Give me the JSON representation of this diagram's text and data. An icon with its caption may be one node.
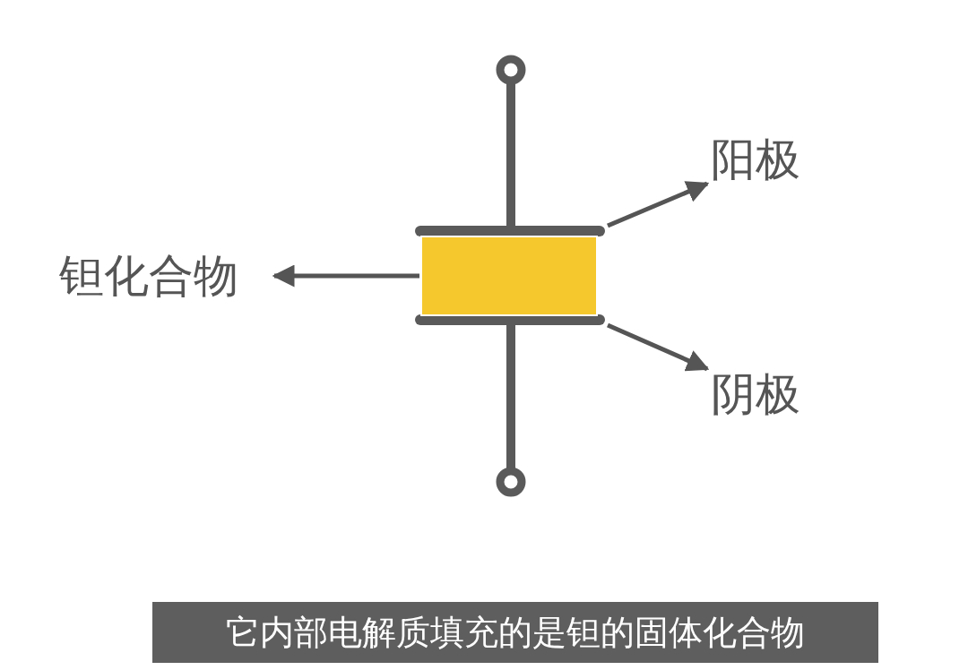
{
  "diagram": {
    "caption": "它内部电解质填充的是钽的固体化合物",
    "nodes": [
      {
        "text": [
          "阳极"
        ]
      },
      {
        "text": [
          "阴极"
        ]
      },
      {
        "text": [
          "钽化合物"
        ]
      },
      {
        "text": [],
        "shape": "bar"
      },
      {
        "text": [],
        "shape": "bar"
      },
      {
        "text": [],
        "shape": "box"
      }
    ],
    "edges": [
      {
        "from": 3,
        "to": 0,
        "arrow": "to"
      },
      {
        "from": 4,
        "to": 1,
        "arrow": "to"
      },
      {
        "from": 5,
        "to": 2,
        "arrow": "to"
      }
    ]
  }
}
